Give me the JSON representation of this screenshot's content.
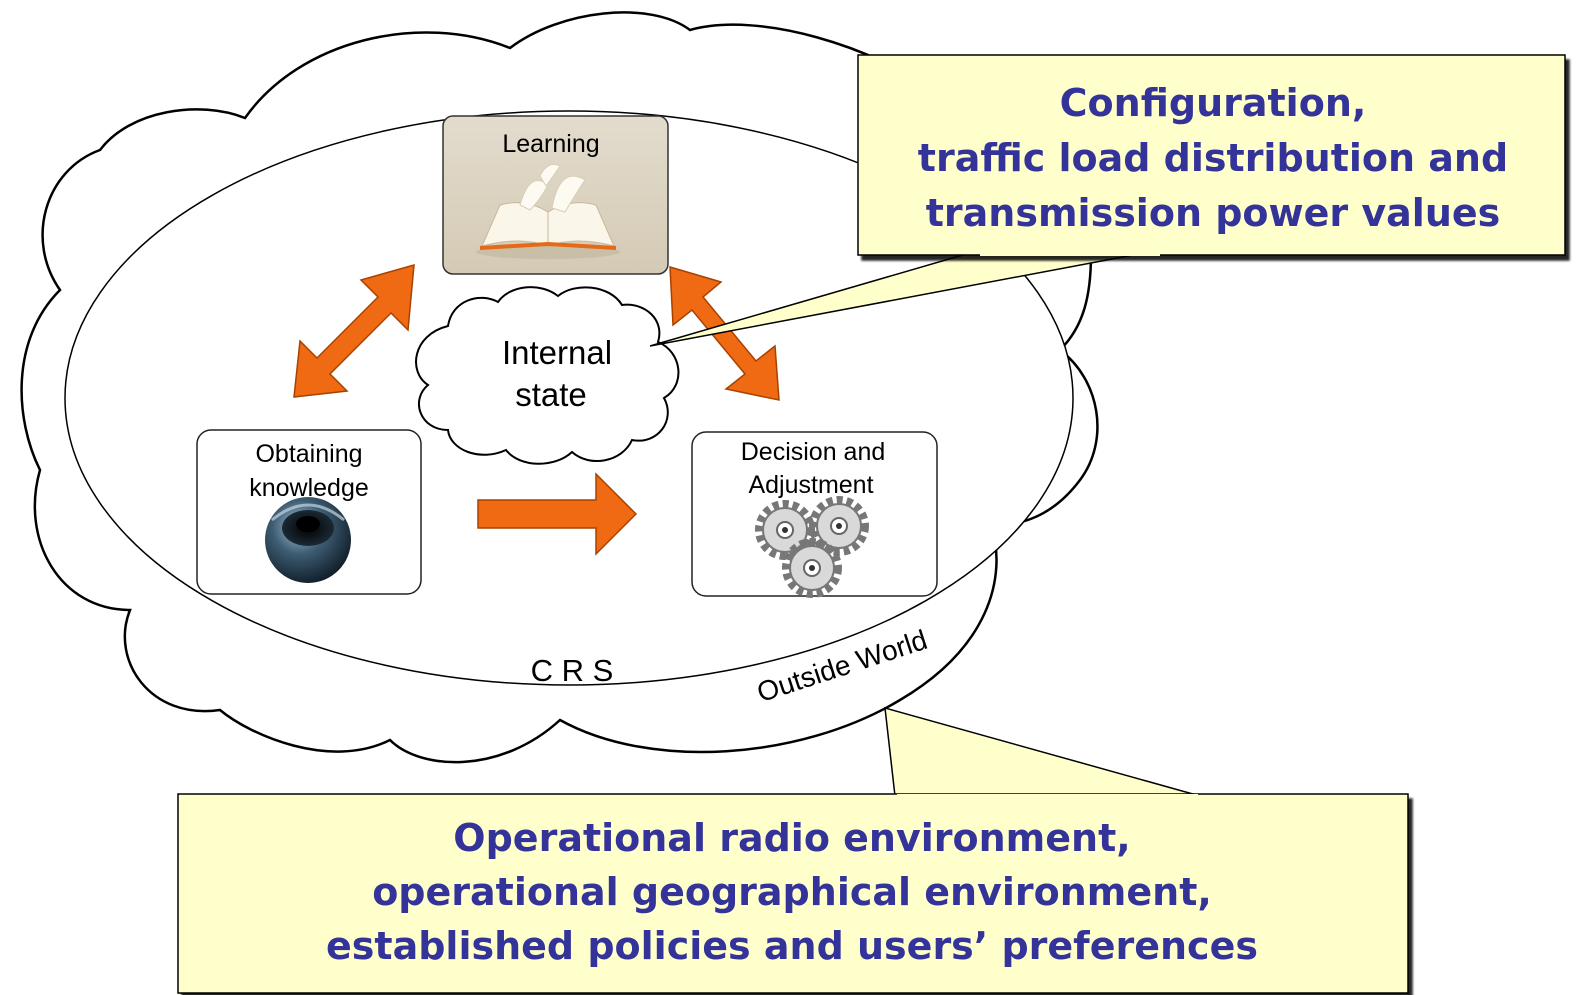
{
  "nodes": {
    "learning": "Learning",
    "obtaining": [
      "Obtaining",
      "knowledge"
    ],
    "decision": [
      "Decision and",
      "Adjustment"
    ],
    "internal_state": [
      "Internal",
      "state"
    ]
  },
  "labels": {
    "crs": "C R S",
    "outside_world": "Outside World"
  },
  "callouts": {
    "top": [
      "Configuration,",
      "traffic load distribution and",
      "transmission power values"
    ],
    "bottom": [
      "Operational radio environment,",
      "operational geographical environment,",
      "established policies and users’ preferences"
    ]
  },
  "colors": {
    "arrow": "#f06a14",
    "callout_fill": "#ffffcc",
    "callout_text": "#33339a",
    "learning_fill": "#ddd4c3"
  },
  "icons": {
    "learning": "book-icon",
    "obtaining": "eye-sphere-icon",
    "decision": "gears-icon"
  }
}
